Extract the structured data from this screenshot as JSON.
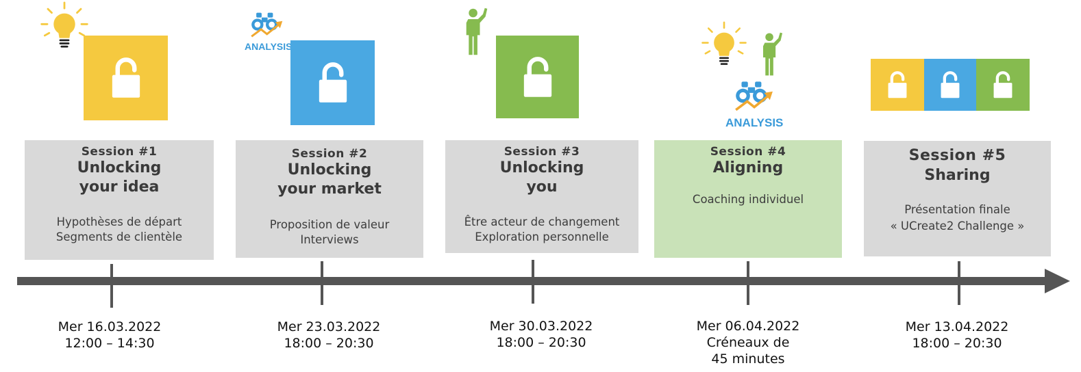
{
  "colors": {
    "yellow": "#f5c93f",
    "blue": "#4aa8e2",
    "green": "#86bb4f",
    "grey_card": "#d9d9d9",
    "green_card": "#c9e2b8",
    "axis": "#555555"
  },
  "icons": [
    "lightbulb-icon",
    "binoculars-analysis-icon",
    "person-raising-hand-icon",
    "unlock-icon"
  ],
  "analysis_label": "ANALYSIS",
  "sessions": [
    {
      "number": "Session #1",
      "title_1": "Unlocking",
      "title_2": "your idea",
      "desc_1": "Hypothèses de départ",
      "desc_2": "Segments de clientèle",
      "date": "Mer 16.03.2022",
      "time": "12:00 – 14:30"
    },
    {
      "number": "Session #2",
      "title_1": "Unlocking",
      "title_2": "your market",
      "desc_1": "Proposition de valeur",
      "desc_2": "Interviews",
      "date": "Mer 23.03.2022",
      "time": "18:00 – 20:30"
    },
    {
      "number": "Session #3",
      "title_1": "Unlocking",
      "title_2": "you",
      "desc_1": "Être acteur de changement",
      "desc_2": "Exploration personnelle",
      "date": "Mer 30.03.2022",
      "time": "18:00 – 20:30"
    },
    {
      "number": "Session #4",
      "title_1": "Aligning",
      "desc_1": "Coaching individuel",
      "date": "Mer 06.04.2022",
      "time_1": "Créneaux de",
      "time_2": "45 minutes"
    },
    {
      "number": "Session #5",
      "title_1": "Sharing",
      "desc_1": "Présentation finale",
      "desc_2": "« UCreate2 Challenge »",
      "date": "Mer 13.04.2022",
      "time": "18:00 – 20:30"
    }
  ]
}
